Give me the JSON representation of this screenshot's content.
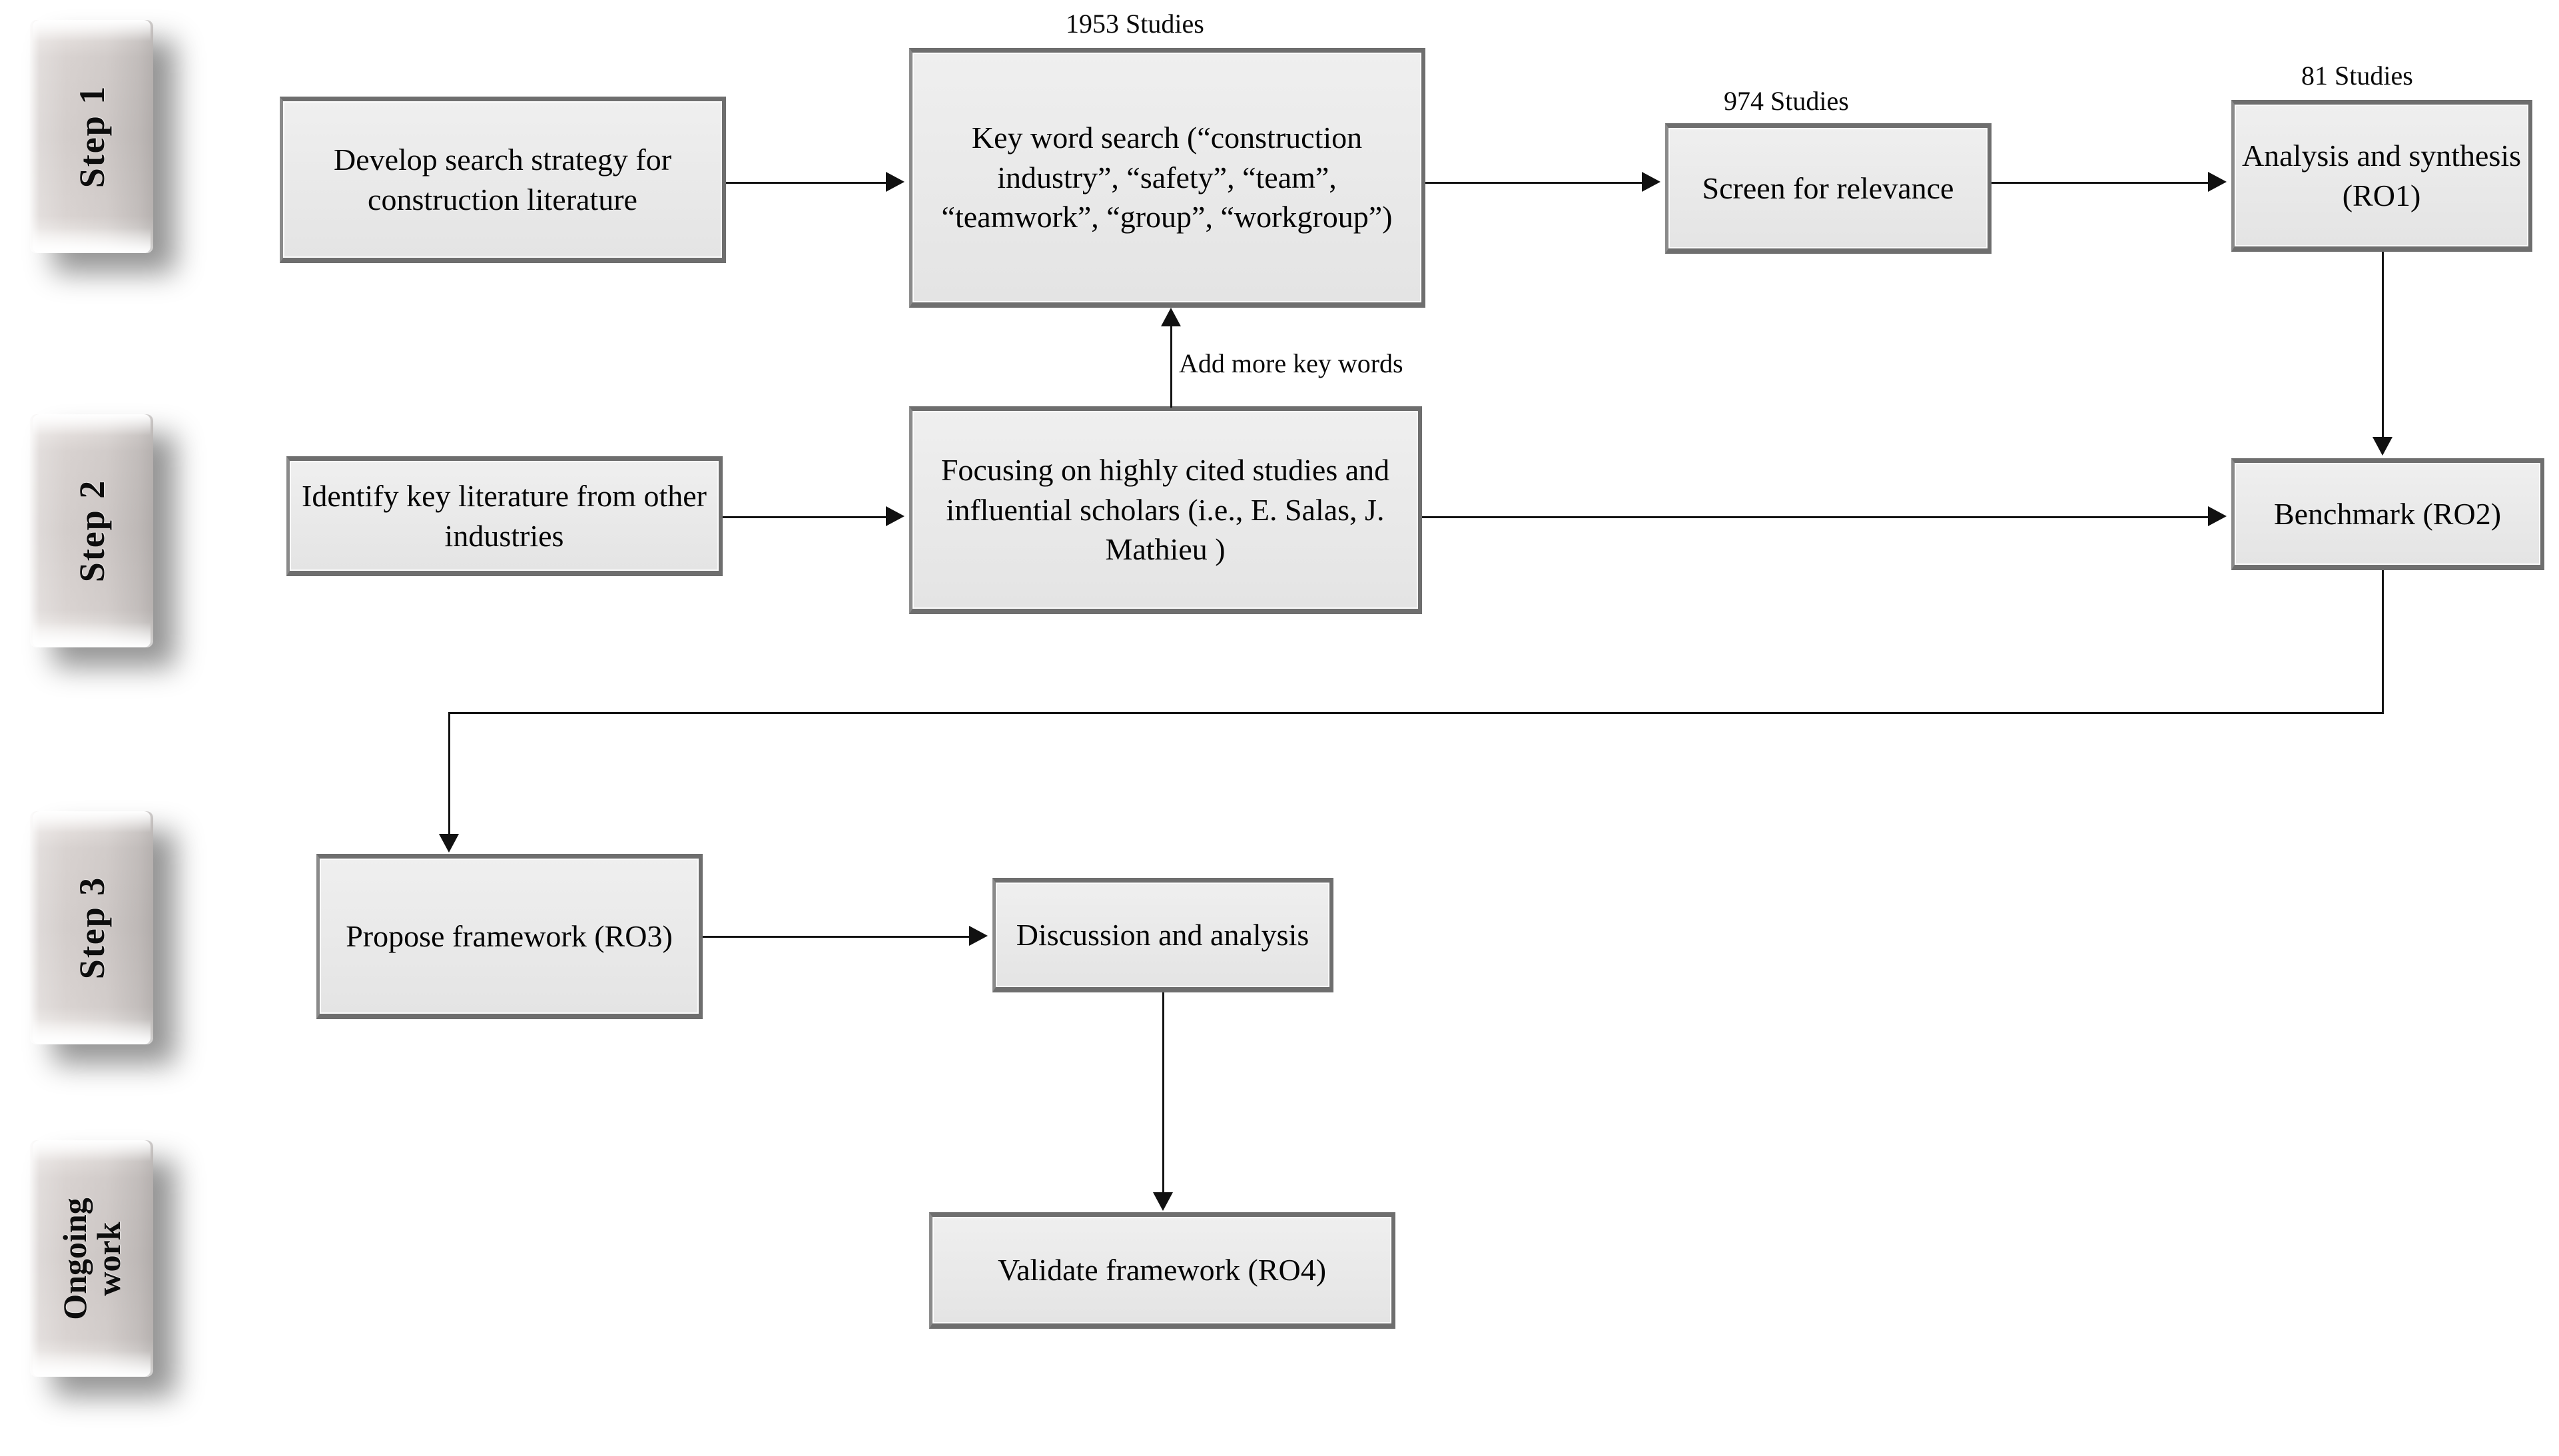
{
  "diagram": {
    "title": "Research methodology flowchart",
    "colors": {
      "box_fill": "#eaeaea",
      "box_border": "#6e6e6e",
      "tab_fill": "#d3cdcb",
      "line": "#141414",
      "text": "#050505",
      "background": "#ffffff"
    }
  },
  "steps": [
    {
      "id": "step1",
      "label": "Step 1"
    },
    {
      "id": "step2",
      "label": "Step 2"
    },
    {
      "id": "step3",
      "label": "Step 3"
    },
    {
      "id": "ongoing",
      "label": "Ongoing work"
    }
  ],
  "captions": {
    "studies_1953": "1953 Studies",
    "studies_974": "974 Studies",
    "studies_81": "81 Studies"
  },
  "edge_labels": {
    "add_more_key_words": "Add  more key words"
  },
  "nodes": {
    "develop_search": "Develop search strategy for construction literature",
    "key_word_search": "Key word search (“construction industry”, “safety”, “team”, “teamwork”, “group”, “workgroup”)",
    "screen_relevance": "Screen for relevance",
    "analysis_synthesis": "Analysis and synthesis (RO1)",
    "identify_key_literature": "Identify key literature from other industries",
    "focusing_cited": "Focusing on highly cited studies and influential scholars (i.e., E. Salas, J. Mathieu )",
    "benchmark": "Benchmark (RO2)",
    "propose_framework": "Propose framework (RO3)",
    "discussion_analysis": "Discussion and analysis",
    "validate_framework": "Validate framework (RO4)"
  }
}
